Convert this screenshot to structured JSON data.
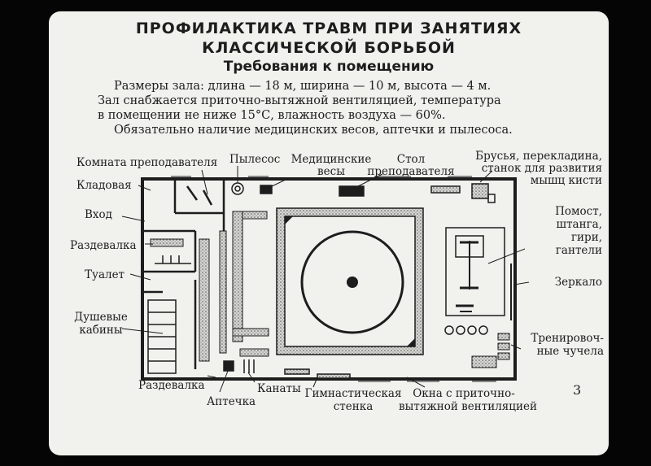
{
  "title": {
    "line1": "ПРОФИЛАКТИКА ТРАВМ ПРИ ЗАНЯТИЯХ",
    "line2": "КЛАССИЧЕСКОЙ БОРЬБОЙ",
    "subtitle": "Требования к помещению"
  },
  "requirements": [
    "Размеры зала: длина — 18 м, ширина — 10 м, высота — 4 м.",
    "Зал снабжается приточно-вытяжной вентиляцией, температура",
    "в помещении не ниже 15°С, влажность воздуха — 60%.",
    "Обязательно наличие медицинских весов, аптечки и пылесоса."
  ],
  "labels": {
    "teacher_room": "Комната преподавателя",
    "storage": "Кладовая",
    "entrance": "Вход",
    "locker1": "Раздевалка",
    "toilet": "Туалет",
    "showers_1": "Душевые",
    "showers_2": "кабины",
    "locker2": "Раздевалка",
    "first_aid": "Аптечка",
    "ropes": "Канаты",
    "wall_bars_1": "Гимнастическая",
    "wall_bars_2": "стенка",
    "windows_1": "Окна с приточно-",
    "windows_2": "вытяжной вентиляцией",
    "vacuum": "Пылесос",
    "scales_1": "Медицинские",
    "scales_2": "весы",
    "desk_1": "Стол",
    "desk_2": "преподавателя",
    "bars_1": "Брусья, перекладина,",
    "bars_2": "станок для развития",
    "bars_3": "мышц кисти",
    "platform_1": "Помост,",
    "platform_2": "штанга,",
    "platform_3": "гири,",
    "platform_4": "гантели",
    "mirror": "Зеркало",
    "dummies_1": "Тренировоч-",
    "dummies_2": "ные чучела"
  },
  "page_number": "3",
  "colors": {
    "slide_bg": "#f1f1ee",
    "ink": "#1d1d1d",
    "frame": "#050505"
  }
}
